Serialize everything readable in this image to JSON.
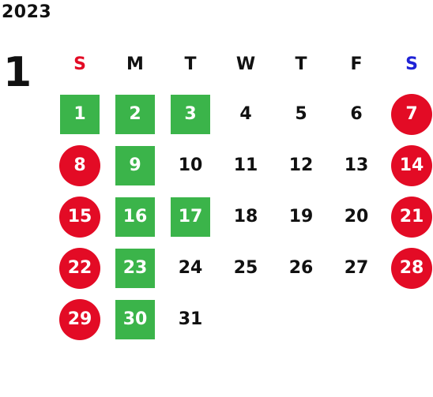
{
  "year": "2023",
  "month": "1",
  "colors": {
    "sunday_header": "#e30b25",
    "saturday_header": "#1f23d6",
    "weekend_circle": "#e30b25",
    "holiday_square": "#3bb44a",
    "text": "#111111"
  },
  "weekdays": [
    {
      "label": "S",
      "color": "#e30b25"
    },
    {
      "label": "M",
      "color": "#111111"
    },
    {
      "label": "T",
      "color": "#111111"
    },
    {
      "label": "W",
      "color": "#111111"
    },
    {
      "label": "T",
      "color": "#111111"
    },
    {
      "label": "F",
      "color": "#111111"
    },
    {
      "label": "S",
      "color": "#1f23d6"
    }
  ],
  "days": [
    {
      "day": "1",
      "style": "holiday"
    },
    {
      "day": "2",
      "style": "holiday"
    },
    {
      "day": "3",
      "style": "holiday"
    },
    {
      "day": "4",
      "style": "normal"
    },
    {
      "day": "5",
      "style": "normal"
    },
    {
      "day": "6",
      "style": "normal"
    },
    {
      "day": "7",
      "style": "weekend"
    },
    {
      "day": "8",
      "style": "weekend"
    },
    {
      "day": "9",
      "style": "holiday"
    },
    {
      "day": "10",
      "style": "normal"
    },
    {
      "day": "11",
      "style": "normal"
    },
    {
      "day": "12",
      "style": "normal"
    },
    {
      "day": "13",
      "style": "normal"
    },
    {
      "day": "14",
      "style": "weekend"
    },
    {
      "day": "15",
      "style": "weekend"
    },
    {
      "day": "16",
      "style": "holiday"
    },
    {
      "day": "17",
      "style": "holiday"
    },
    {
      "day": "18",
      "style": "normal"
    },
    {
      "day": "19",
      "style": "normal"
    },
    {
      "day": "20",
      "style": "normal"
    },
    {
      "day": "21",
      "style": "weekend"
    },
    {
      "day": "22",
      "style": "weekend"
    },
    {
      "day": "23",
      "style": "holiday"
    },
    {
      "day": "24",
      "style": "normal"
    },
    {
      "day": "25",
      "style": "normal"
    },
    {
      "day": "26",
      "style": "normal"
    },
    {
      "day": "27",
      "style": "normal"
    },
    {
      "day": "28",
      "style": "weekend"
    },
    {
      "day": "29",
      "style": "weekend"
    },
    {
      "day": "30",
      "style": "holiday"
    },
    {
      "day": "31",
      "style": "normal"
    }
  ]
}
